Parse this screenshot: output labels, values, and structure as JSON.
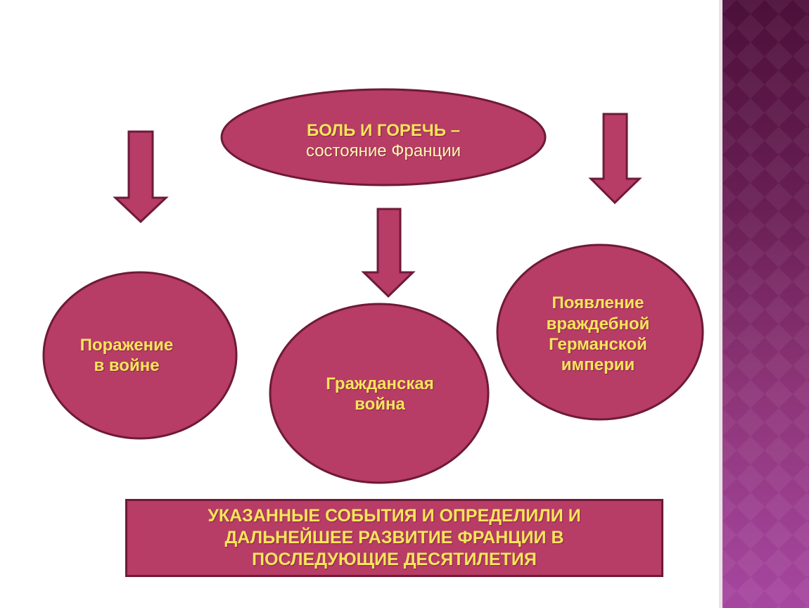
{
  "colors": {
    "node_fill": "#b73c66",
    "node_border": "#6e1a3a",
    "text_yellow": "#f6e55a",
    "side_band": "#6a1f55"
  },
  "diagram": {
    "top_node": {
      "line1": "БОЛЬ И ГОРЕЧЬ –",
      "line2": "состояние Франции"
    },
    "left_node": {
      "line1": "Поражение",
      "line2": "в войне"
    },
    "center_node": {
      "line1": "Гражданская",
      "line2": "война"
    },
    "right_node": {
      "line1": "Появление",
      "line2": "враждебной",
      "line3": "Германской",
      "line4": "империи"
    },
    "arrows": [
      "down-arrow-left",
      "down-arrow-center",
      "down-arrow-right"
    ],
    "conclusion": {
      "line1": "УКАЗАННЫЕ СОБЫТИЯ И ОПРЕДЕЛИЛИ И",
      "line2": "ДАЛЬНЕЙШЕЕ РАЗВИТИЕ ФРАНЦИИ В",
      "line3": "ПОСЛЕДУЮЩИЕ ДЕСЯТИЛЕТИЯ"
    }
  }
}
